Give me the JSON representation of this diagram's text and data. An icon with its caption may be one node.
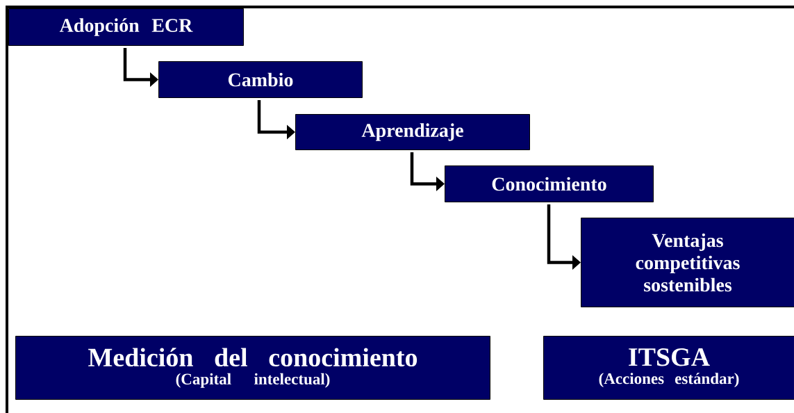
{
  "diagram": {
    "nodes": [
      {
        "text": [
          "Adopción ECR"
        ]
      },
      {
        "text": [
          "Cambio"
        ]
      },
      {
        "text": [
          "Aprendizaje"
        ]
      },
      {
        "text": [
          "Conocimiento"
        ]
      },
      {
        "text": [
          "Ventajas competitivas sostenibles"
        ]
      },
      {
        "text": [
          "Medición del conocimiento",
          "(Capital intelectual)"
        ]
      },
      {
        "text": [
          "ITSGA",
          "(Acciones estándar)"
        ]
      }
    ],
    "edges": [
      {
        "from": 0,
        "to": 1,
        "arrow": "to"
      },
      {
        "from": 1,
        "to": 2,
        "arrow": "to"
      },
      {
        "from": 2,
        "to": 3,
        "arrow": "to"
      },
      {
        "from": 3,
        "to": 4,
        "arrow": "to"
      }
    ]
  }
}
